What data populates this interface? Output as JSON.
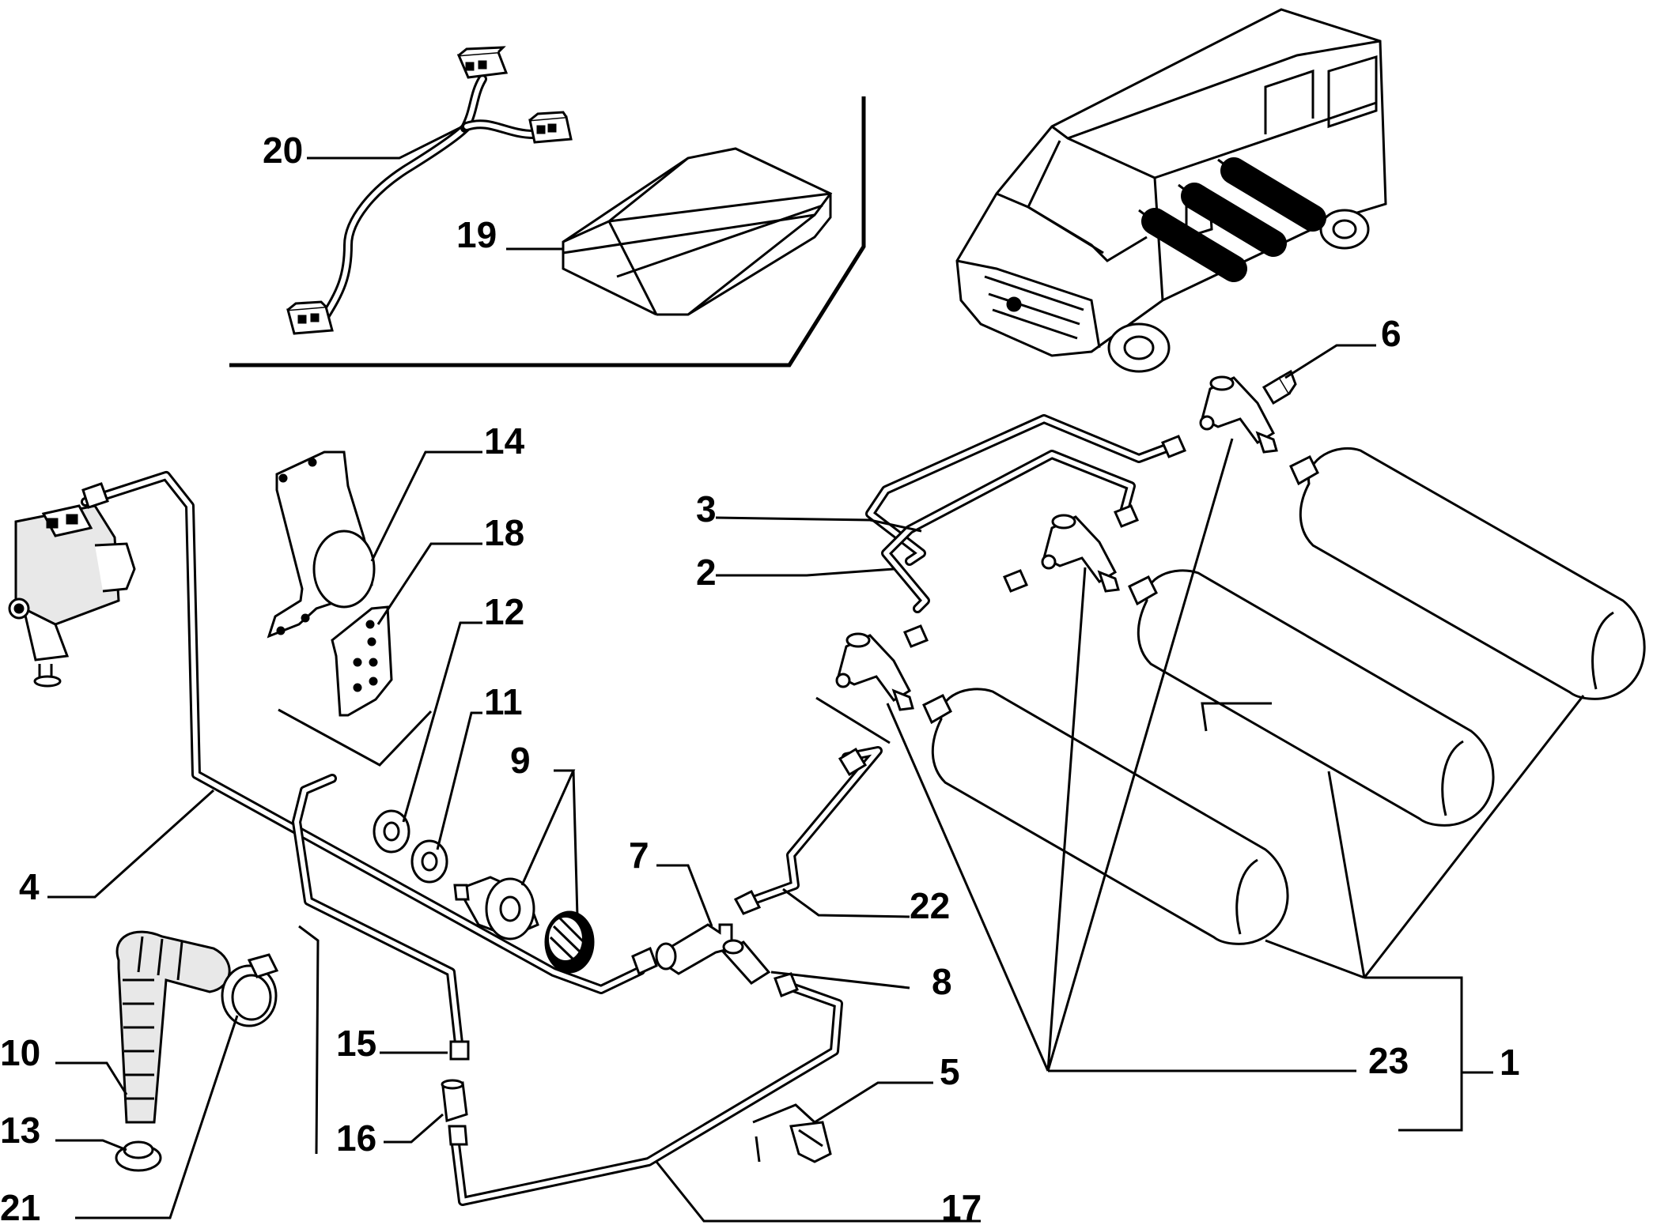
{
  "callouts": {
    "c1": "1",
    "c2": "2",
    "c3": "3",
    "c4": "4",
    "c5": "5",
    "c6": "6",
    "c7": "7",
    "c8": "8",
    "c9": "9",
    "c10": "10",
    "c11": "11",
    "c12": "12",
    "c13": "13",
    "c14": "14",
    "c15": "15",
    "c16": "16",
    "c17": "17",
    "c18": "18",
    "c19": "19",
    "c20": "20",
    "c21": "21",
    "c22": "22",
    "c23": "23"
  },
  "colors": {
    "ink": "#000000",
    "paper": "#ffffff",
    "shade": "#e8e8e8"
  },
  "icons": {
    "van": "van-icon",
    "cylinders": "gas-cylinder-icon",
    "reducer": "pressure-reducer-icon",
    "ecu": "control-unit-icon",
    "harness": "wiring-harness-icon"
  }
}
